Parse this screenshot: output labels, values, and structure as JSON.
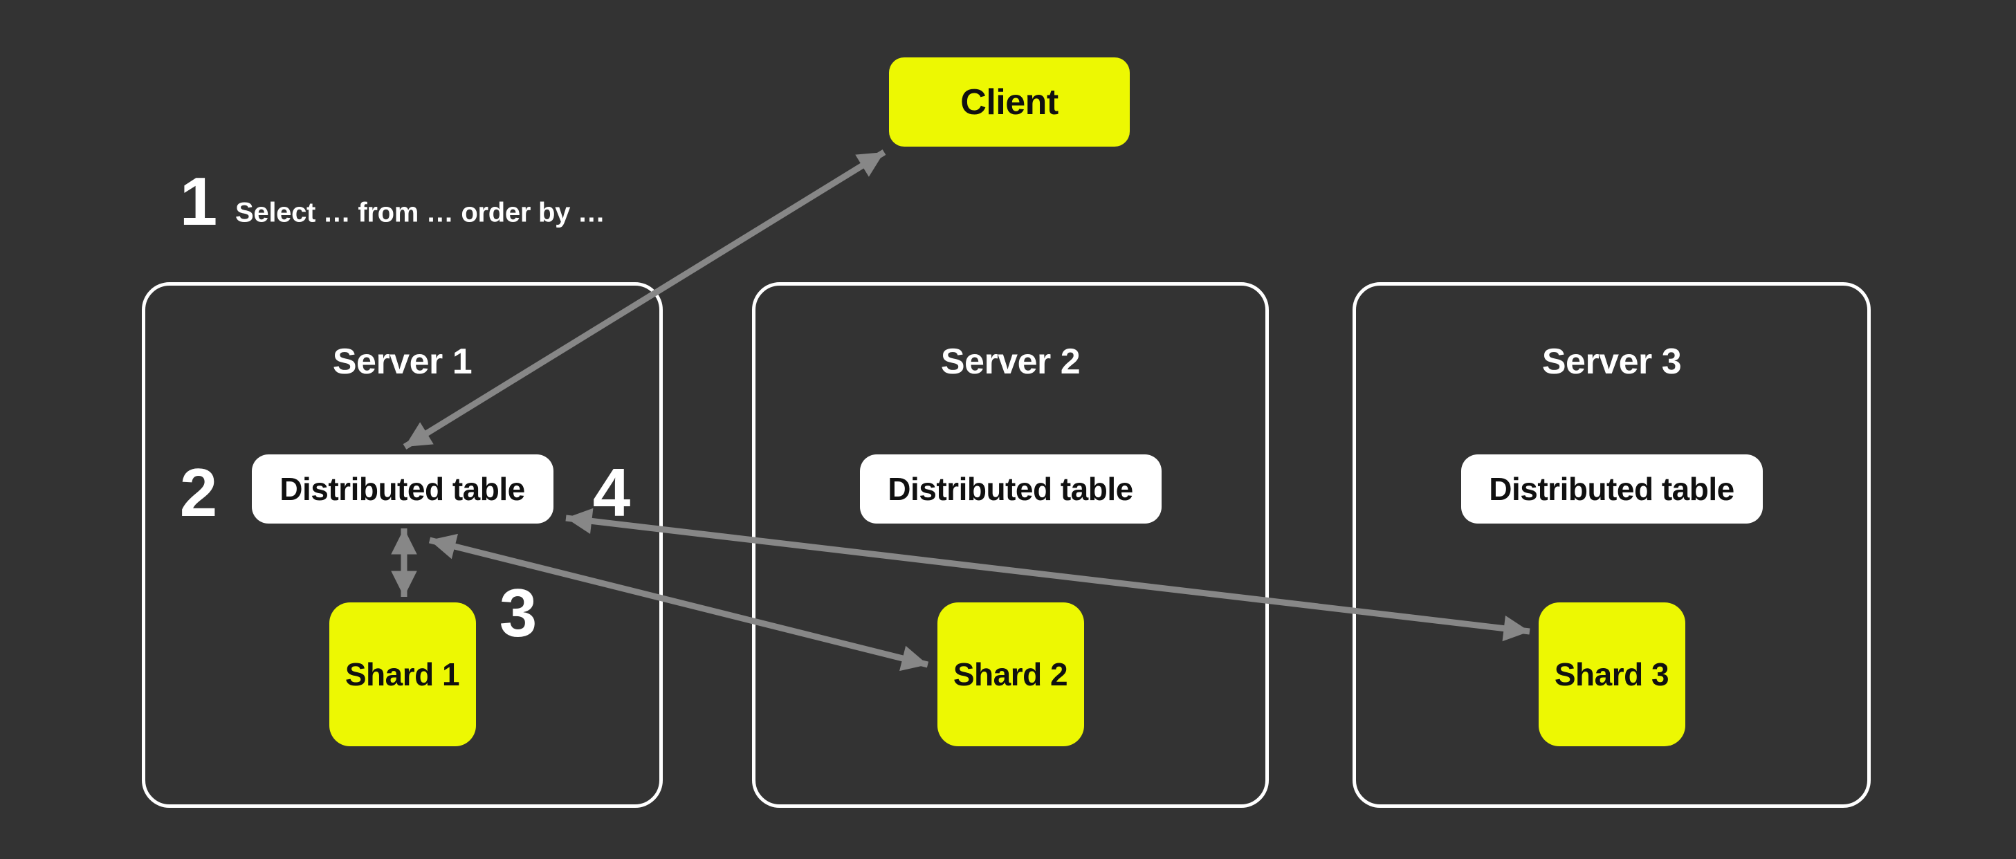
{
  "title": "Distributed query execution diagram",
  "colors": {
    "background": "#333333",
    "accent_yellow": "#edf802",
    "arrow_gray": "#878787",
    "box_white": "#ffffff",
    "text_dark": "#101010",
    "text_light": "#ffffff"
  },
  "client": {
    "label": "Client"
  },
  "labels": {
    "step1": "1",
    "step2": "2",
    "step3": "3",
    "step4": "4",
    "query": "Select … from … order by …"
  },
  "servers": [
    {
      "title": "Server 1",
      "table_label": "Distributed table",
      "shard_label": "Shard 1"
    },
    {
      "title": "Server 2",
      "table_label": "Distributed table",
      "shard_label": "Shard 2"
    },
    {
      "title": "Server 3",
      "table_label": "Distributed table",
      "shard_label": "Shard 3"
    }
  ],
  "arrows": [
    {
      "name": "client-distributed-table",
      "from": "Client",
      "to": "Distributed table (Server 1)",
      "double_headed": true
    },
    {
      "name": "distributed-table-shard1",
      "from": "Distributed table (Server 1)",
      "to": "Shard 1",
      "double_headed": true
    },
    {
      "name": "distributed-table-shard2",
      "from": "Distributed table (Server 1)",
      "to": "Shard 2",
      "double_headed": true
    },
    {
      "name": "distributed-table-shard3",
      "from": "Distributed table (Server 1)",
      "to": "Shard 3",
      "double_headed": true
    }
  ]
}
